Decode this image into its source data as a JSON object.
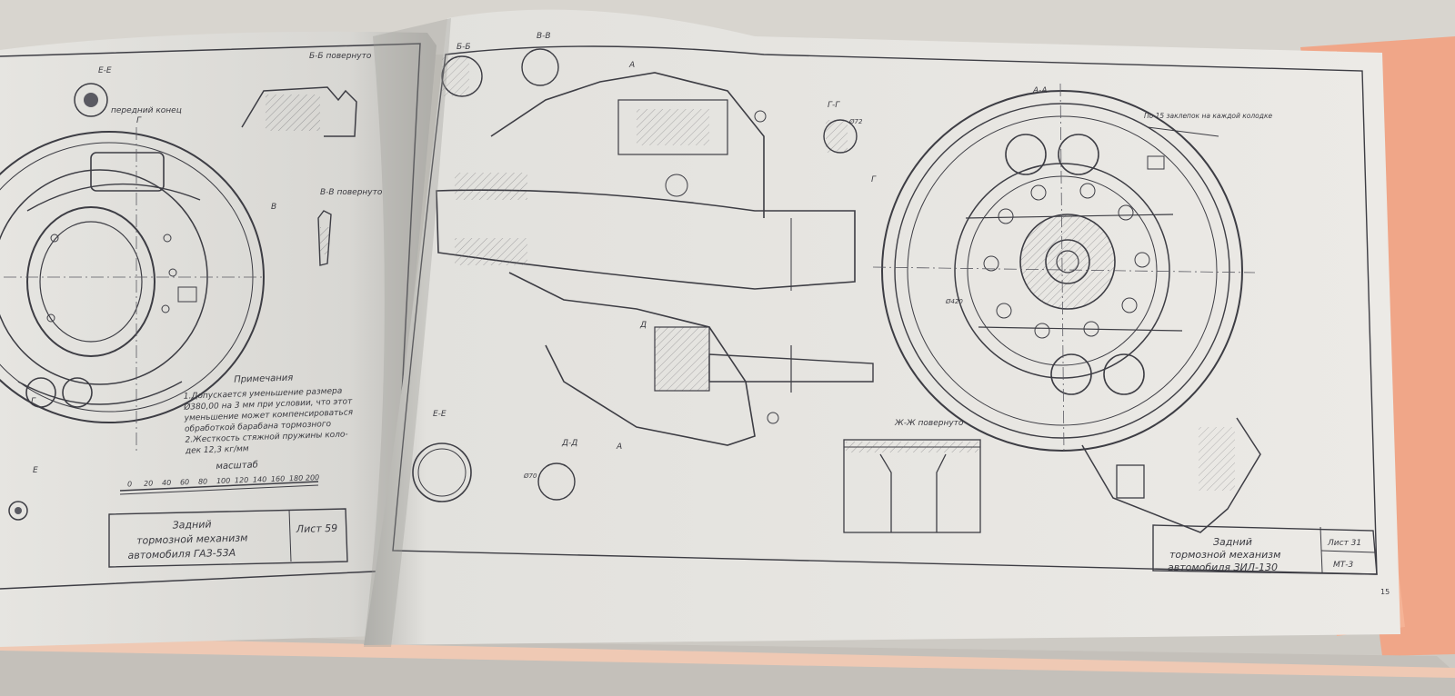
{
  "left_page": {
    "title_block": {
      "line1": "Задний",
      "line2": "тормозной механизм",
      "line3": "автомобиля ГАЗ-53А",
      "sheet": "Лист 59"
    },
    "notes": {
      "heading": "Примечания",
      "lines": [
        "1.Допускается уменьшение размера",
        "Ø380,00 на 3 мм при условии, что этот",
        "уменьшение может компенсироваться",
        "обработкой барабана тормозного",
        "2.Жесткость стяжной пружины коло-",
        "дек 12,3 кг/мм"
      ]
    },
    "scale": {
      "heading": "масштаб",
      "ticks": [
        "0",
        "20",
        "40",
        "60",
        "80",
        "100",
        "120",
        "140",
        "160",
        "180",
        "200"
      ]
    },
    "labels": {
      "section_bb": "Б-Б  повернуто",
      "section_vv": "В-В  повернуто",
      "rear_view": "передний конец",
      "mark_g1": "Г",
      "mark_g2": "Г",
      "mark_v": "В",
      "mark_e": "Е-Е",
      "mark_e2": "Е"
    }
  },
  "right_page": {
    "title_block": {
      "line1": "Задний",
      "line2": "тормозной механизм",
      "line3": "автомобиля ЗИЛ-130",
      "sheet": "Лист 31",
      "code": "МТ-3"
    },
    "labels": {
      "section_aa": "А-А",
      "section_bb": "Б-Б",
      "section_vv": "В-В",
      "section_gg": "Г-Г",
      "section_dd": "Д-Д",
      "section_ee": "Е-Е",
      "section_zhzh": "Ж-Ж  повернуто",
      "note": "По 15 заклепок на каждой колодке",
      "mark_a1": "А",
      "mark_a2": "А",
      "mark_g": "Г",
      "mark_d": "Д",
      "dim_1": "Ø72",
      "dim_2": "Ø70",
      "dim_3": "Ø420",
      "page_number": "15"
    }
  },
  "colors": {
    "background": "#c9c6c0",
    "paper": "#e9e8e4",
    "cover": "#f2a98c",
    "ink": "#3d3d44"
  }
}
